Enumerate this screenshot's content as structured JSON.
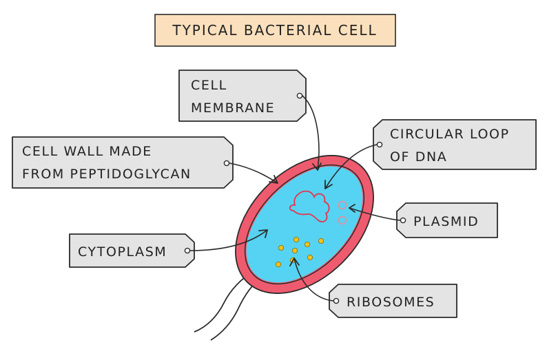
{
  "title": "TYPICAL BACTERIAL CELL",
  "labels": {
    "cell_membrane": [
      "CELL",
      "MEMBRANE"
    ],
    "cell_wall": [
      "CELL WALL MADE",
      "FROM PEPTIDOGLYCAN"
    ],
    "circular_dna": [
      "CIRCULAR LOOP",
      "OF DNA"
    ],
    "plasmid": "PLASMID",
    "cytoplasm": "CYTOPLASM",
    "ribosomes": "RIBOSOMES"
  },
  "colors": {
    "title_bg": "#fbe0bd",
    "cell_wall": "#ef5b6e",
    "cytoplasm": "#56d3f2",
    "dna": "#e8334a",
    "plasmid": "#f08a9a",
    "ribosome": "#f2c21e",
    "tag": "#e4e4e4",
    "outline": "#2a2a2a"
  }
}
